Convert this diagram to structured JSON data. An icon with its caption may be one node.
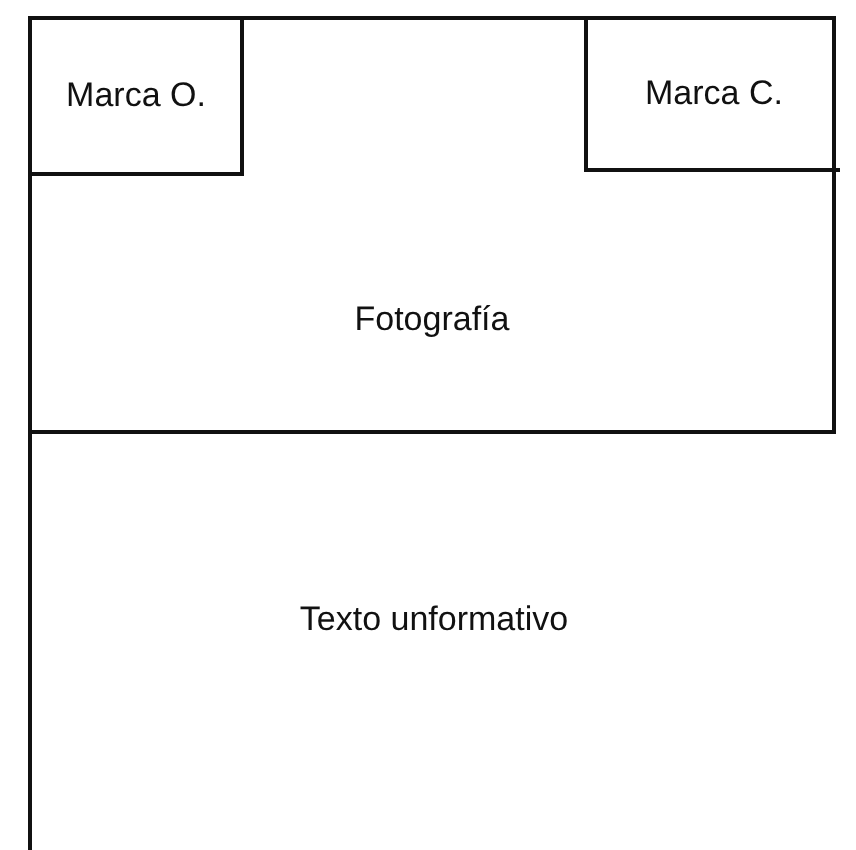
{
  "diagram": {
    "nodes": [
      {
        "text": [
          "Fotografía"
        ]
      },
      {
        "text": [
          "Marca O."
        ],
        "in": 0
      },
      {
        "text": [
          "Marca C."
        ],
        "in": 0
      },
      {
        "text": [
          "Texto unformativo"
        ]
      }
    ],
    "edges": []
  }
}
